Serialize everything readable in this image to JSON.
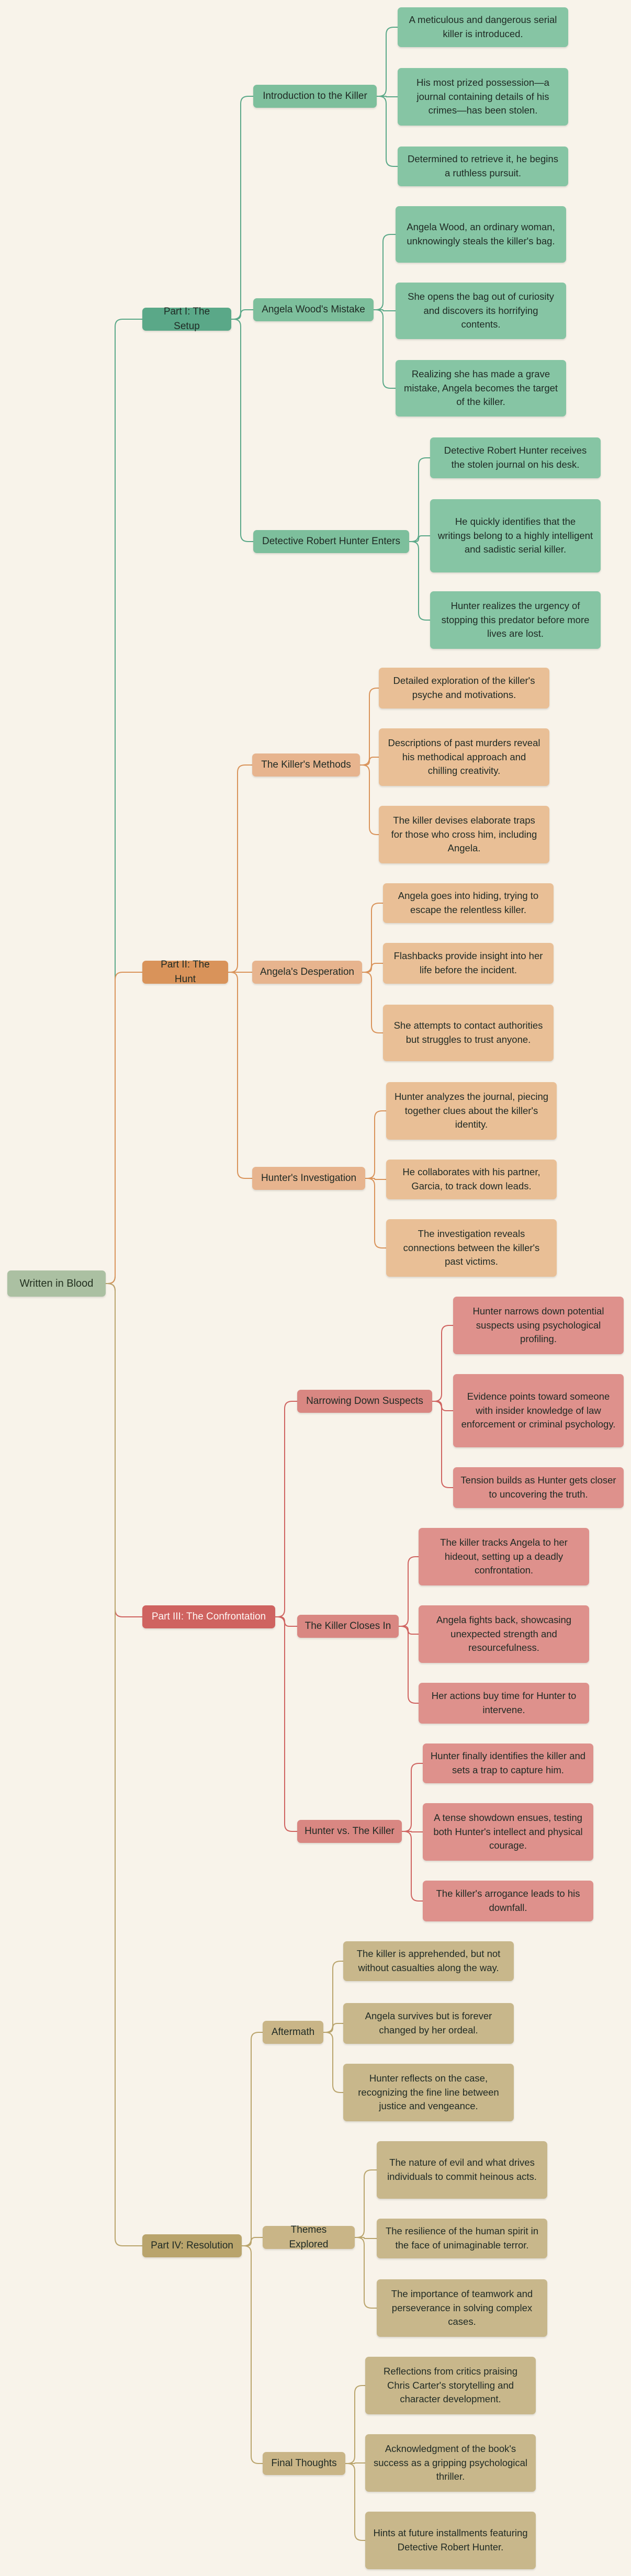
{
  "root": "Written in Blood",
  "parts": [
    {
      "title": "Part I: The Setup",
      "color": "#5aa888",
      "sections": [
        {
          "title": "Introduction to the Killer",
          "items": [
            "A meticulous and dangerous serial killer is introduced.",
            "His most prized possession—a journal containing details of his crimes—has been stolen.",
            "Determined to retrieve it, he begins a ruthless pursuit."
          ]
        },
        {
          "title": "Angela Wood's Mistake",
          "items": [
            "Angela Wood, an ordinary woman, unknowingly steals the killer's bag.",
            "She opens the bag out of curiosity and discovers its horrifying contents.",
            "Realizing she has made a grave mistake, Angela becomes the target of the killer."
          ]
        },
        {
          "title": "Detective Robert Hunter Enters",
          "items": [
            "Detective Robert Hunter receives the stolen journal on his desk.",
            "He quickly identifies that the writings belong to a highly intelligent and sadistic serial killer.",
            "Hunter realizes the urgency of stopping this predator before more lives are lost."
          ]
        }
      ]
    },
    {
      "title": "Part II: The Hunt",
      "color": "#d9935a",
      "sections": [
        {
          "title": "The Killer's Methods",
          "items": [
            "Detailed exploration of the killer's psyche and motivations.",
            "Descriptions of past murders reveal his methodical approach and chilling creativity.",
            "The killer devises elaborate traps for those who cross him, including Angela."
          ]
        },
        {
          "title": "Angela's Desperation",
          "items": [
            "Angela goes into hiding, trying to escape the relentless killer.",
            "Flashbacks provide insight into her life before the incident.",
            "She attempts to contact authorities but struggles to trust anyone."
          ]
        },
        {
          "title": "Hunter's Investigation",
          "items": [
            "Hunter analyzes the journal, piecing together clues about the killer's identity.",
            "He collaborates with his partner, Garcia, to track down leads.",
            "The investigation reveals connections between the killer's past victims."
          ]
        }
      ]
    },
    {
      "title": "Part III: The Confrontation",
      "color": "#cf6360",
      "sections": [
        {
          "title": "Narrowing Down Suspects",
          "items": [
            "Hunter narrows down potential suspects using psychological profiling.",
            "Evidence points toward someone with insider knowledge of law enforcement or criminal psychology.",
            "Tension builds as Hunter gets closer to uncovering the truth."
          ]
        },
        {
          "title": "The Killer Closes In",
          "items": [
            "The killer tracks Angela to her hideout, setting up a deadly confrontation.",
            "Angela fights back, showcasing unexpected strength and resourcefulness.",
            "Her actions buy time for Hunter to intervene."
          ]
        },
        {
          "title": "Hunter vs. The Killer",
          "items": [
            "Hunter finally identifies the killer and sets a trap to capture him.",
            "A tense showdown ensues, testing both Hunter's intellect and physical courage.",
            "The killer's arrogance leads to his downfall."
          ]
        }
      ]
    },
    {
      "title": "Part IV: Resolution",
      "color": "#b9a46c",
      "sections": [
        {
          "title": "Aftermath",
          "items": [
            "The killer is apprehended, but not without casualties along the way.",
            "Angela survives but is forever changed by her ordeal.",
            "Hunter reflects on the case, recognizing the fine line between justice and vengeance."
          ]
        },
        {
          "title": "Themes Explored",
          "items": [
            "The nature of evil and what drives individuals to commit heinous acts.",
            "The resilience of the human spirit in the face of unimaginable terror.",
            "The importance of teamwork and perseverance in solving complex cases."
          ]
        },
        {
          "title": "Final Thoughts",
          "items": [
            "Reflections from critics praising Chris Carter's storytelling and character development.",
            "Acknowledgment of the book's success as a gripping psychological thriller.",
            "Hints at future installments featuring Detective Robert Hunter."
          ]
        }
      ]
    }
  ]
}
